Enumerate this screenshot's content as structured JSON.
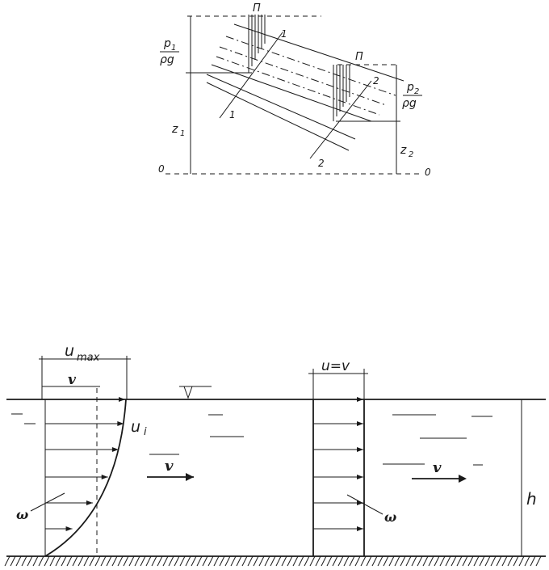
{
  "top_diagram": {
    "label_P_left": "П",
    "label_P_right": "П",
    "label_1_top": "1",
    "label_1_bottom": "1",
    "label_2_top": "2",
    "label_2_bottom": "2",
    "p1_num": "p",
    "p1_sub": "1",
    "p1_den": "ρg",
    "p2_num": "p",
    "p2_sub": "2",
    "p2_den": "ρg",
    "z1": "z",
    "z1_sub": "1",
    "z2": "z",
    "z2_sub": "2",
    "datum_left": "0",
    "datum_right": "0"
  },
  "bottom_diagram": {
    "umax_u": "u",
    "umax_sub": "max",
    "v_left": "v",
    "u_i": "u",
    "u_i_sub": "i",
    "v_center_left": "v",
    "omega_left": "ω",
    "u_eq_v": "u=v",
    "v_right": "v",
    "omega_right": "ω",
    "h": "h"
  }
}
